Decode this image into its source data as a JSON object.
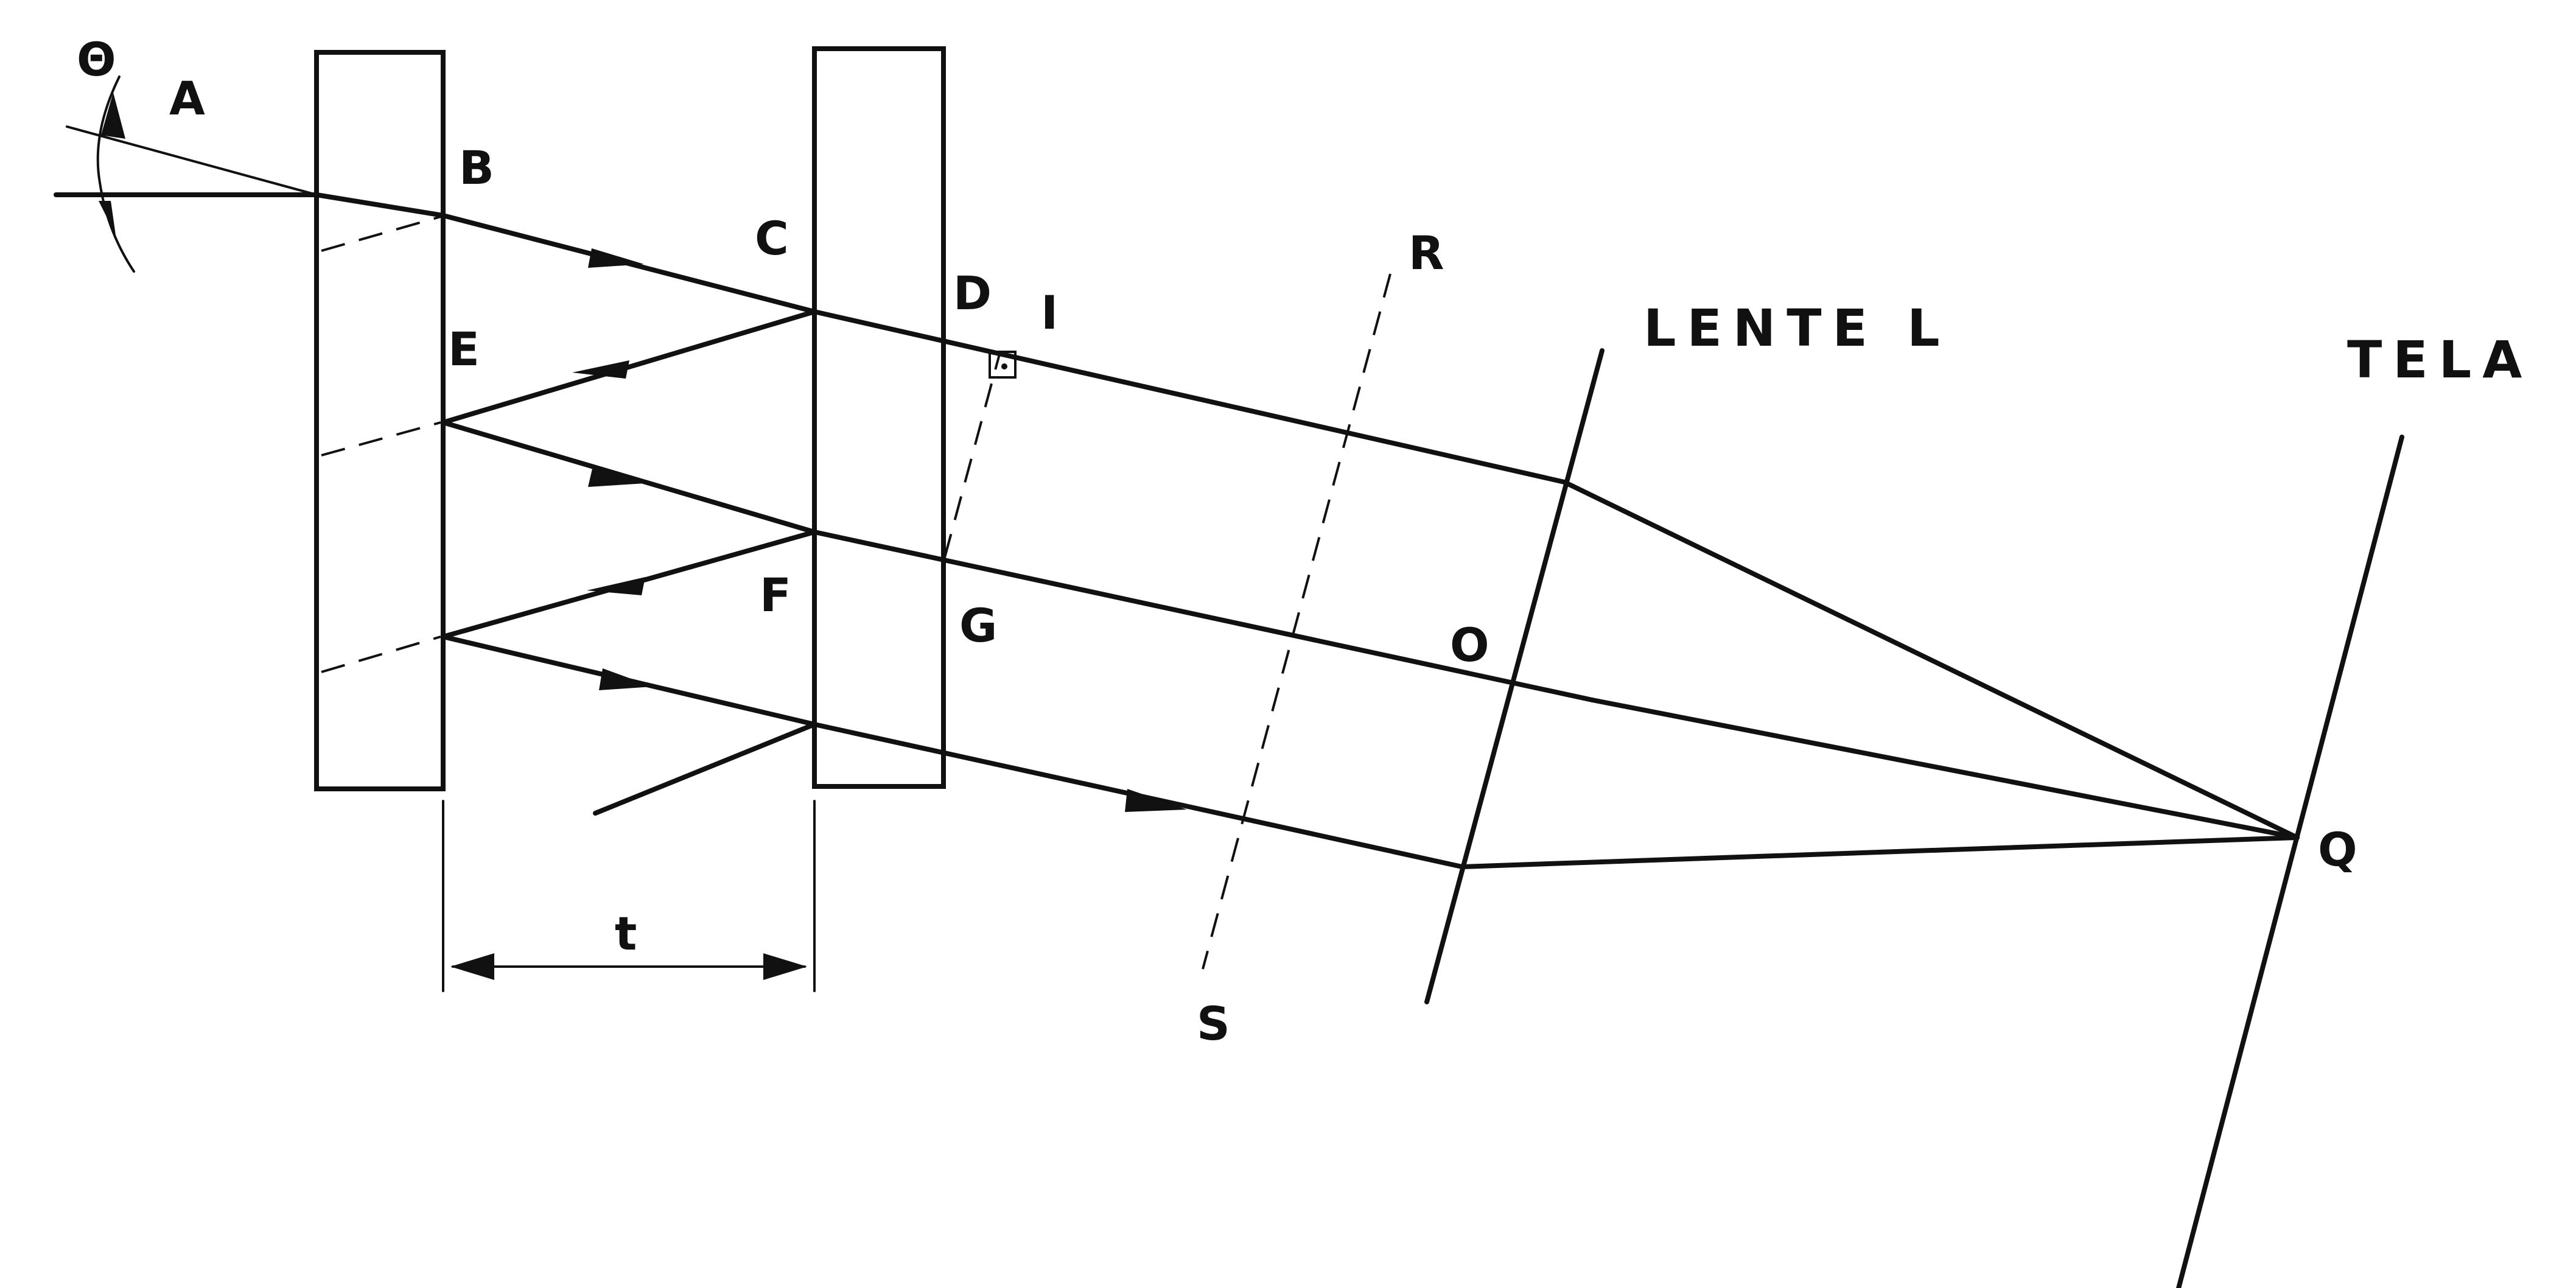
{
  "labels": {
    "theta": "Θ",
    "a": "A",
    "b": "B",
    "c": "C",
    "d": "D",
    "e": "E",
    "f": "F",
    "g": "G",
    "i": "I",
    "o": "O",
    "q": "Q",
    "r": "R",
    "s": "S",
    "t": "t",
    "lens": "LENTE L",
    "screen": "TELA"
  }
}
